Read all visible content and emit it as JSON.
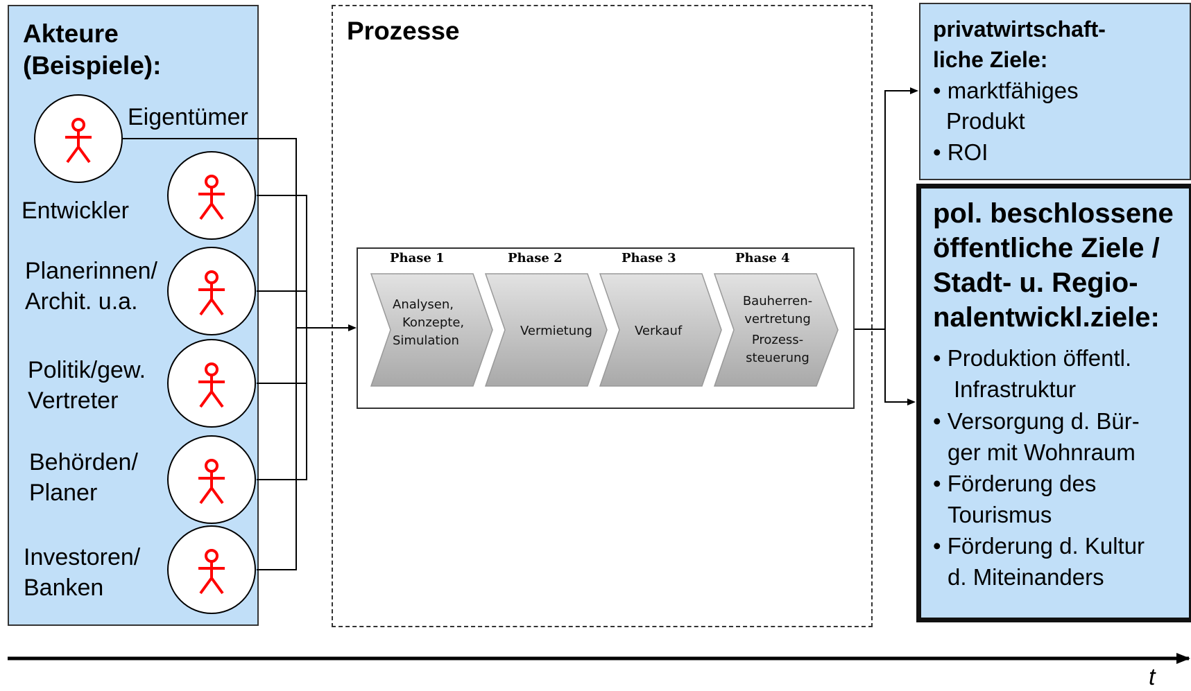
{
  "actors": {
    "title_line1": "Akteure",
    "title_line2": "(Beispiele):",
    "list": [
      {
        "label1": "Eigentümer",
        "label2": ""
      },
      {
        "label1": "Entwickler",
        "label2": ""
      },
      {
        "label1": "Planerinnen/",
        "label2": "Archit. u.a."
      },
      {
        "label1": "Politik/gew.",
        "label2": "Vertreter"
      },
      {
        "label1": "Behörden/",
        "label2": "Planer"
      },
      {
        "label1": "Investoren/",
        "label2": "Banken"
      }
    ],
    "icon": "stick-figure-icon",
    "icon_color": "#ff0000"
  },
  "process": {
    "title": "Prozesse",
    "phases": [
      {
        "head": "Phase 1",
        "lines": [
          "Analysen,",
          "Konzepte,",
          "Simulation"
        ]
      },
      {
        "head": "Phase 2",
        "lines": [
          "Vermietung"
        ]
      },
      {
        "head": "Phase 3",
        "lines": [
          "Verkauf"
        ]
      },
      {
        "head": "Phase 4",
        "lines": [
          "Bauherren-",
          "vertretung",
          "Prozess-",
          "steuerung"
        ]
      }
    ]
  },
  "private_goals": {
    "title_line1": "privatwirtschaft-",
    "title_line2": "liche Ziele:",
    "items": [
      {
        "line1": "• marktfähiges",
        "line2": "Produkt"
      },
      {
        "line1": "• ROI",
        "line2": ""
      }
    ]
  },
  "public_goals": {
    "title_lines": [
      "pol. beschlossene",
      "öffentliche Ziele /",
      "Stadt- u. Regio-",
      "nalentwickl.ziele:"
    ],
    "items": [
      {
        "line1": "• Produktion öffentl.",
        "line2": "Infrastruktur"
      },
      {
        "line1": "• Versorgung d. Bür-",
        "line2": "ger mit Wohnraum"
      },
      {
        "line1": "• Förderung des",
        "line2": "Tourismus"
      },
      {
        "line1": "• Förderung d. Kultur",
        "line2": "d. Miteinanders"
      }
    ]
  },
  "timeline": {
    "label": "t"
  },
  "colors": {
    "panel_fill": "#c1dff8",
    "figure": "#ff0000",
    "chevron": "#c8c8c8"
  }
}
